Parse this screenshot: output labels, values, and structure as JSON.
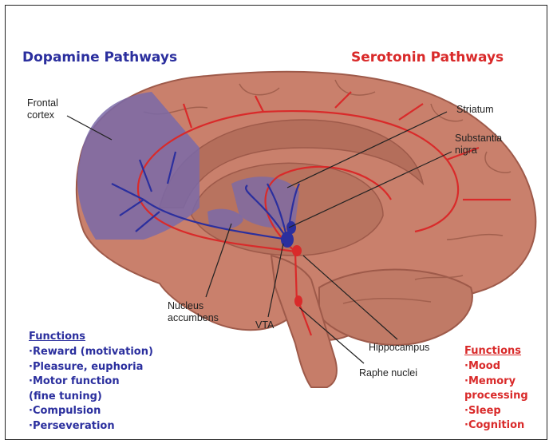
{
  "titles": {
    "dopamine": "Dopamine Pathways",
    "serotonin": "Serotonin Pathways"
  },
  "labels": {
    "frontal_cortex": [
      "Frontal",
      "cortex"
    ],
    "striatum": "Striatum",
    "substantia_nigra": [
      "Substantia",
      "nigra"
    ],
    "nucleus_accumbens": [
      "Nucleus",
      "accumbens"
    ],
    "vta": "VTA",
    "hippocampus": "Hippocampus",
    "raphe_nuclei": "Raphe nuclei"
  },
  "dopamine_functions": {
    "heading": "Functions",
    "items": [
      "·Reward (motivation)",
      "·Pleasure, euphoria",
      "·Motor function",
      " (fine tuning)",
      "·Compulsion",
      "·Perseveration"
    ]
  },
  "serotonin_functions": {
    "heading": "Functions",
    "items": [
      "·Mood",
      "·Memory",
      " processing",
      "·Sleep",
      "·Cognition"
    ]
  },
  "colors": {
    "dopamine": "#2b2f9e",
    "serotonin": "#d92a2a",
    "brain": "#c9806c",
    "brain_dark": "#9e5a4a",
    "dopamine_region": "#7a6aa8"
  }
}
